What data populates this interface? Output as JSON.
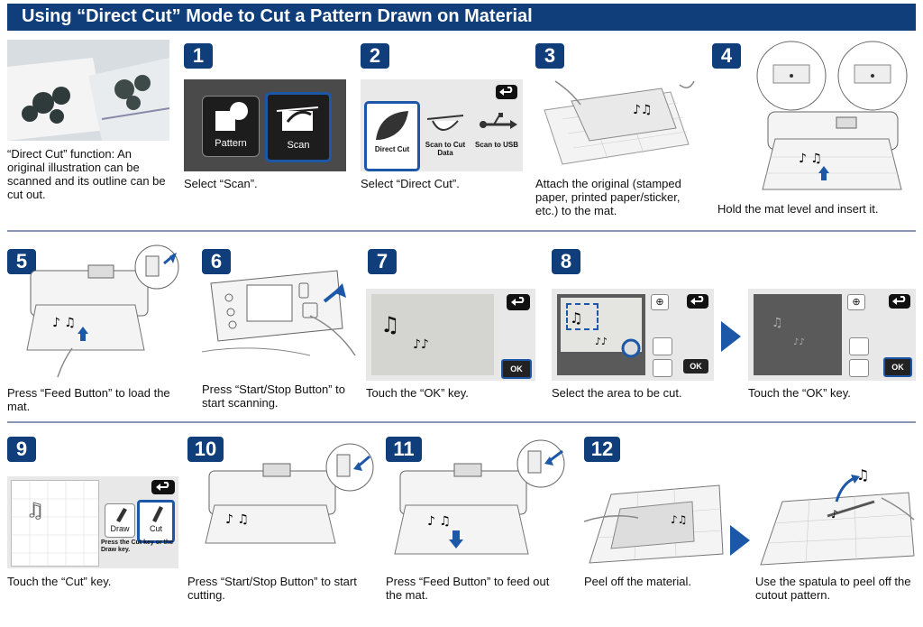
{
  "title": "Using “Direct Cut” Mode to Cut a Pattern Drawn on Material",
  "intro": "“Direct Cut” function: An original illustration can be scanned and its outline can be cut out.",
  "icons": {
    "pattern": "Pattern",
    "scan": "Scan",
    "direct_cut": "Direct Cut",
    "scan_to_cut_data": "Scan to Cut Data",
    "scan_to_usb": "Scan to USB",
    "ok": "OK",
    "draw": "Draw",
    "cut": "Cut",
    "hint": "Press the Cut key or the Draw key."
  },
  "steps": [
    {
      "num": "1",
      "caption": "Select “Scan”."
    },
    {
      "num": "2",
      "caption": "Select “Direct Cut”."
    },
    {
      "num": "3",
      "caption": "Attach the original (stamped paper, printed paper/sticker, etc.) to the mat."
    },
    {
      "num": "4",
      "caption": "Hold the mat level and insert it."
    },
    {
      "num": "5",
      "caption": "Press “Feed Button” to load the mat."
    },
    {
      "num": "6",
      "caption": "Press “Start/Stop Button” to start scanning."
    },
    {
      "num": "7",
      "caption": "Touch the “OK” key."
    },
    {
      "num": "8",
      "caption": "Select the area to be cut.",
      "caption2": "Touch the “OK” key."
    },
    {
      "num": "9",
      "caption": "Touch the “Cut” key."
    },
    {
      "num": "10",
      "caption": "Press “Start/Stop Button” to start cutting."
    },
    {
      "num": "11",
      "caption": "Press “Feed Button” to feed out the mat."
    },
    {
      "num": "12",
      "caption": "Peel off the material.",
      "caption2": "Use the spatula to peel off the cutout pattern."
    }
  ],
  "colors": {
    "header": "#0f3e7a",
    "badge": "#0f3e7a",
    "highlight": "#1d57a8",
    "separator": "#8c97b8"
  }
}
